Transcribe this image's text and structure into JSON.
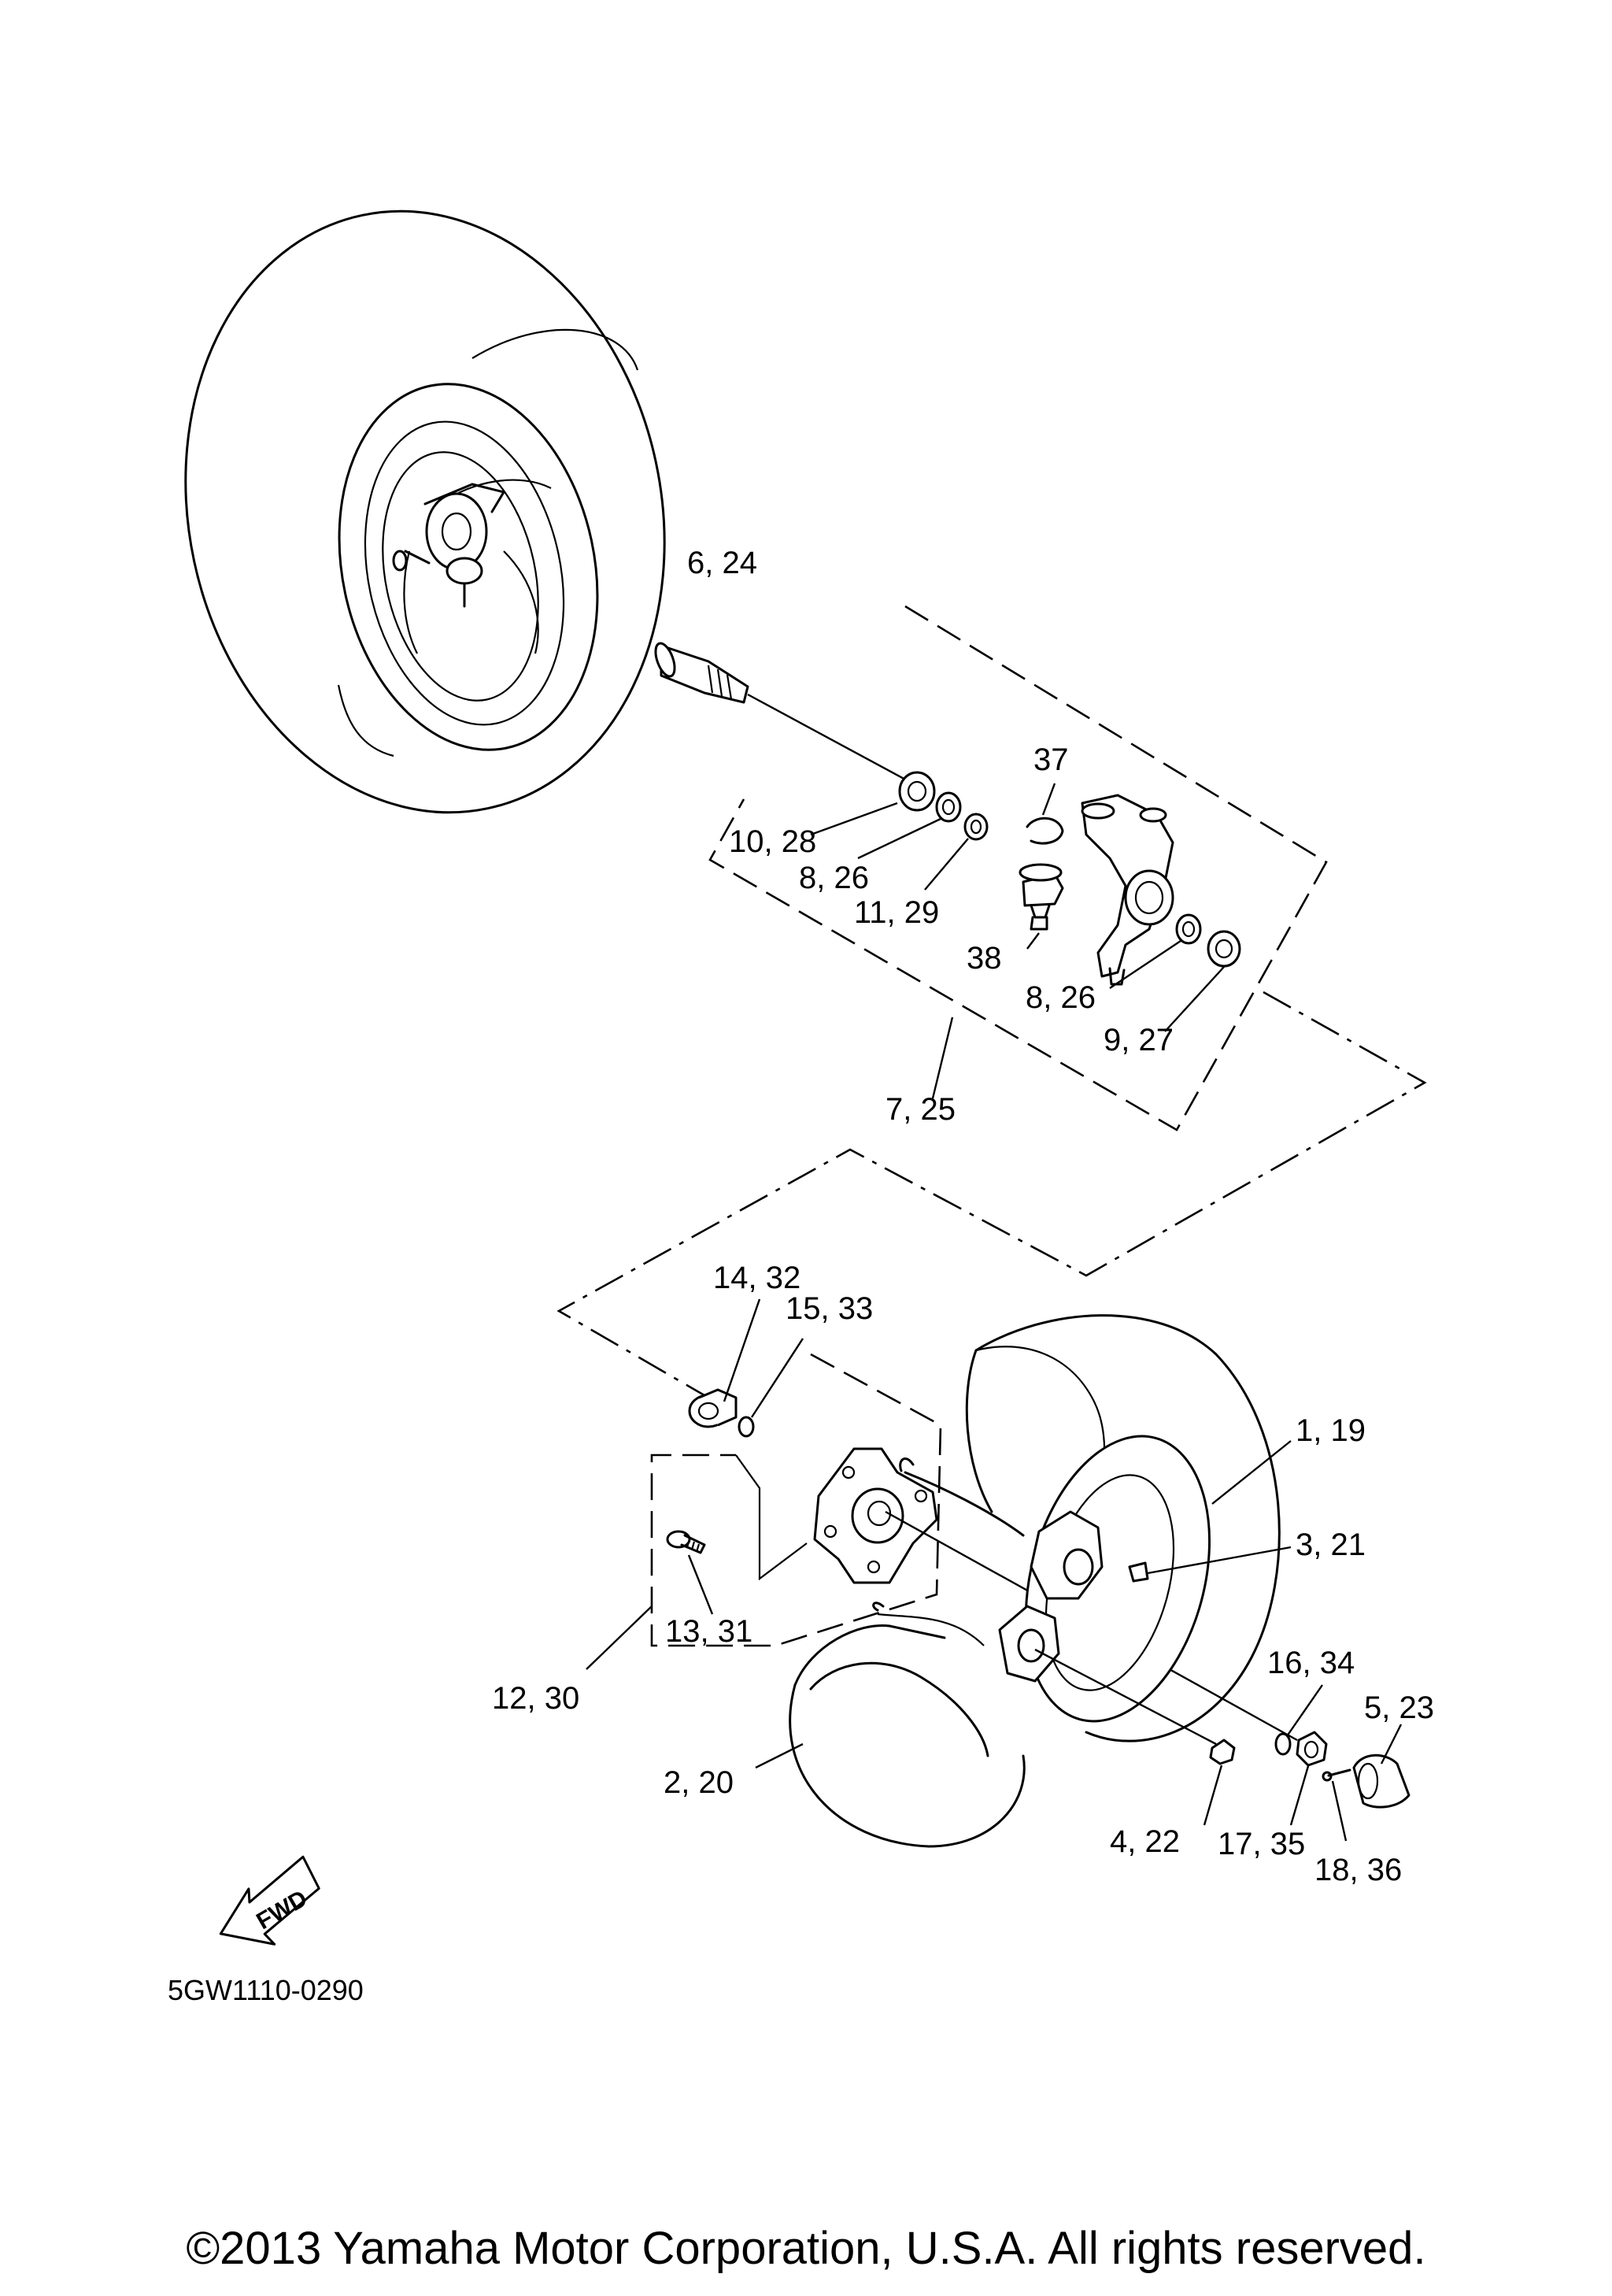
{
  "diagram": {
    "code": "5GW1110-0290",
    "copyright": "©2013 Yamaha Motor Corporation, U.S.A. All rights reserved.",
    "fwd_label": "FWD",
    "callouts": [
      {
        "id": "c-6-24",
        "label": "6, 24"
      },
      {
        "id": "c-37",
        "label": "37"
      },
      {
        "id": "c-10-28",
        "label": "10, 28"
      },
      {
        "id": "c-8-26-a",
        "label": "8, 26"
      },
      {
        "id": "c-11-29",
        "label": "11, 29"
      },
      {
        "id": "c-38",
        "label": "38"
      },
      {
        "id": "c-8-26-b",
        "label": "8, 26"
      },
      {
        "id": "c-9-27",
        "label": "9, 27"
      },
      {
        "id": "c-7-25",
        "label": "7, 25"
      },
      {
        "id": "c-14-32",
        "label": "14, 32"
      },
      {
        "id": "c-15-33",
        "label": "15, 33"
      },
      {
        "id": "c-1-19",
        "label": "1, 19"
      },
      {
        "id": "c-3-21",
        "label": "3, 21"
      },
      {
        "id": "c-13-31",
        "label": "13, 31"
      },
      {
        "id": "c-12-30",
        "label": "12, 30"
      },
      {
        "id": "c-16-34",
        "label": "16, 34"
      },
      {
        "id": "c-5-23",
        "label": "5, 23"
      },
      {
        "id": "c-2-20",
        "label": "2, 20"
      },
      {
        "id": "c-4-22",
        "label": "4, 22"
      },
      {
        "id": "c-17-35",
        "label": "17, 35"
      },
      {
        "id": "c-18-36",
        "label": "18, 36"
      }
    ]
  }
}
